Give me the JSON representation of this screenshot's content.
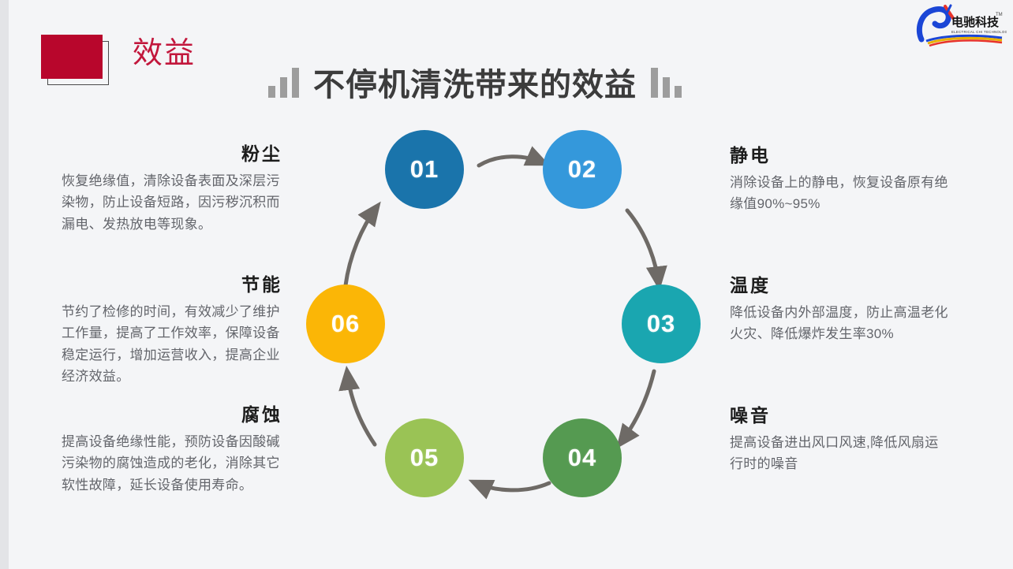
{
  "header": {
    "badge_label": "效益",
    "title": "不停机清洗带来的效益",
    "decor_left": "ascending-bars",
    "decor_right": "descending-bars"
  },
  "logo": {
    "chinese": "电驰科技",
    "english": "ELECTRICAL CHI TECHNOLOGY",
    "trademark": "TM"
  },
  "diagram": {
    "type": "cycle",
    "nodes": [
      {
        "id": "01",
        "label": "01",
        "color": "#1a74ab"
      },
      {
        "id": "02",
        "label": "02",
        "color": "#3498db"
      },
      {
        "id": "03",
        "label": "03",
        "color": "#1aa6b0"
      },
      {
        "id": "04",
        "label": "04",
        "color": "#559a51"
      },
      {
        "id": "05",
        "label": "05",
        "color": "#9ac355"
      },
      {
        "id": "06",
        "label": "06",
        "color": "#fbb606"
      }
    ],
    "arrow_color": "#6e6a66"
  },
  "blocks": {
    "dust": {
      "heading": "粉尘",
      "body": "恢复绝缘值，清除设备表面及深层污染物，防止设备短路，因污秽沉积而漏电、发热放电等现象。"
    },
    "energy": {
      "heading": "节能",
      "body": "节约了检修的时间，有效减少了维护工作量，提高了工作效率，保障设备稳定运行，增加运营收入，提高企业经济效益。"
    },
    "corrode": {
      "heading": "腐蚀",
      "body": "提高设备绝缘性能，预防设备因酸碱污染物的腐蚀造成的老化，消除其它软性故障，延长设备使用寿命。"
    },
    "static": {
      "heading": "静电",
      "body": "消除设备上的静电，恢复设备原有绝缘值90%~95%"
    },
    "temp": {
      "heading": "温度",
      "body": "降低设备内外部温度，防止高温老化火灾、降低爆炸发生率30%"
    },
    "noise": {
      "heading": "噪音",
      "body": "提高设备进出风口风速,降低风扇运行时的噪音"
    }
  },
  "colors": {
    "background": "#f4f5f7",
    "accent_red": "#b8062c",
    "heading_red": "#c2173c",
    "title_gray": "#3c3c3c",
    "body_gray": "#63656b"
  }
}
